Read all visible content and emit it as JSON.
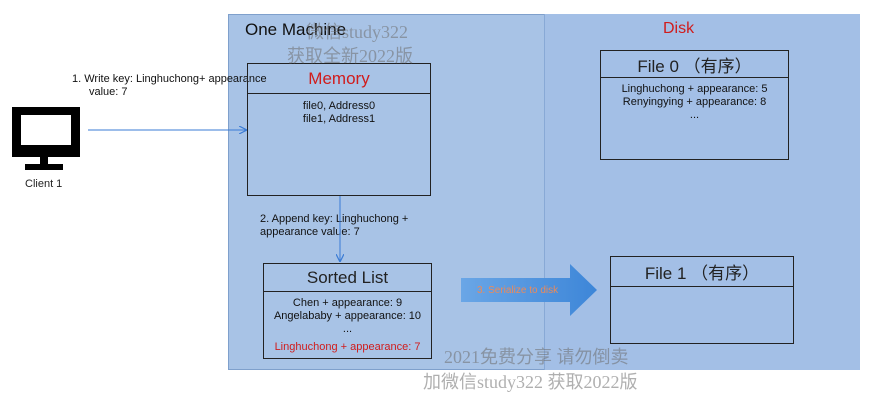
{
  "machine": {
    "title": "One Machine"
  },
  "disk": {
    "title": "Disk"
  },
  "client": {
    "label": "Client 1",
    "icon": "monitor-icon"
  },
  "steps": {
    "step1_line1": "1.  Write key: Linghuchong+ appearance",
    "step1_line2": "value: 7",
    "step2_line1": "2. Append key: Linghuchong +",
    "step2_line2": "appearance value: 7",
    "step3": "3. Serialize to disk"
  },
  "memory": {
    "title": "Memory",
    "entries": [
      "file0, Address0",
      "file1, Address1"
    ]
  },
  "sorted_list": {
    "title": "Sorted List",
    "entries": [
      "Chen + appearance: 9",
      "Angelababy + appearance: 10",
      "..."
    ],
    "highlight": "Linghuchong + appearance: 7"
  },
  "file0": {
    "title": "File 0 （有序）",
    "entries": [
      "Linghuchong + appearance: 5",
      "Renyingying + appearance: 8",
      "..."
    ]
  },
  "file1": {
    "title": "File 1 （有序）"
  },
  "watermarks": {
    "top1": "微信study322",
    "top2": "获取全新2022版",
    "bottom1": "2021免费分享  请勿倒卖",
    "bottom2": "加微信study322  获取2022版"
  },
  "colors": {
    "accent_red": "#d01c1c",
    "machine_bg": "#a8c3e6",
    "arrow_blue": "#4a90d9"
  }
}
